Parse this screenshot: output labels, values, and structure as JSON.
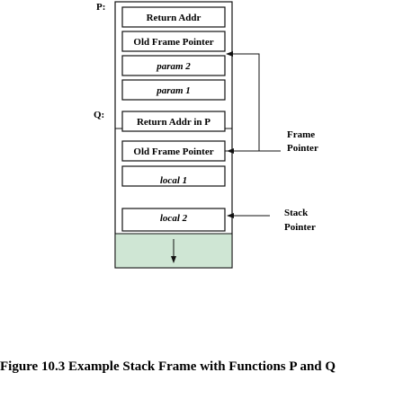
{
  "diagram": {
    "label_p": "P:",
    "label_q": "Q:",
    "cells": [
      {
        "text": "Return Addr",
        "italic": false
      },
      {
        "text": "Old Frame Pointer",
        "italic": false
      },
      {
        "text": "param 2",
        "italic": true
      },
      {
        "text": "param 1",
        "italic": true
      },
      {
        "text": "Return Addr in P",
        "italic": false
      },
      {
        "text": "Old Frame Pointer",
        "italic": false
      },
      {
        "text": "local 1",
        "italic": true
      },
      {
        "text": "local 2",
        "italic": true
      }
    ],
    "frame_pointer_label": [
      "Frame",
      "Pointer"
    ],
    "stack_pointer_label": [
      "Stack",
      "Pointer"
    ],
    "free_area_color": "#cfe6d4"
  },
  "caption": "Figure 10.3 Example Stack Frame with Functions P and Q"
}
